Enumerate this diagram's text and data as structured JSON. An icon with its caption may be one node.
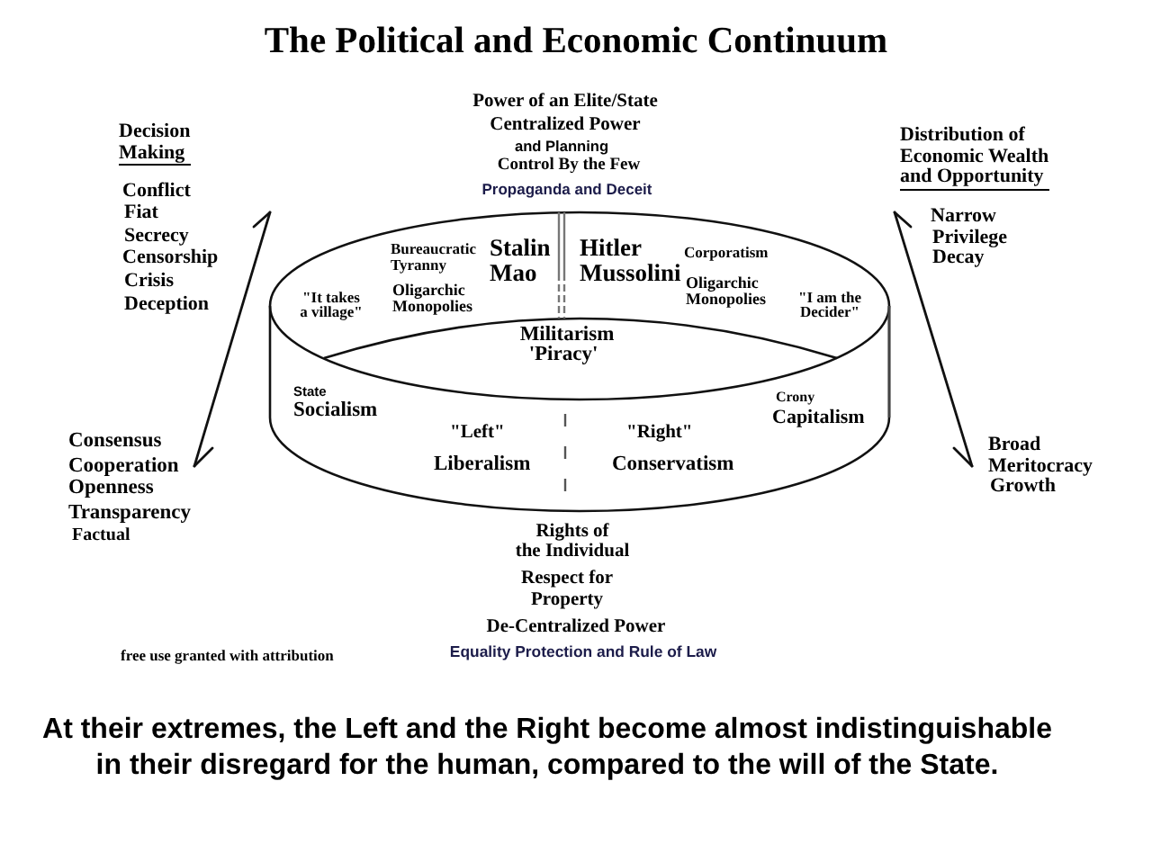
{
  "diagram": {
    "title": "The Political and Economic Continuum",
    "caption": "At their extremes, the Left and the Right become almost indistinguishable in their disregard for the human, compared to the will of the State.",
    "nodes": [
      {
        "text": [
          "Bureaucratic Tyranny",
          "Stalin",
          "Hitler",
          "Corporatism",
          "Mao",
          "Mussolini",
          "\"It takes a village\"",
          "Oligarchic Monopolies",
          "Oligarchic Monopolies",
          "\"I am the Decider\"",
          "Militarism",
          "'Piracy'",
          "State",
          "Socialism",
          "Crony",
          "Capitalism",
          "\"Left\"",
          "\"Right\"",
          "Liberalism",
          "Conservatism"
        ]
      }
    ],
    "labels": [
      "Power of an Elite/State",
      "Centralized Power",
      "and Planning",
      "Control By the Few",
      "Propaganda and Deceit",
      "Decision Making",
      "Distribution of Economic Wealth and Opportunity",
      "Conflict",
      "Fiat",
      "Secrecy",
      "Censorship",
      "Crisis",
      "Deception",
      "Narrow",
      "Privilege",
      "Decay",
      "Consensus",
      "Cooperation",
      "Openness",
      "Transparency",
      "Factual",
      "Broad",
      "Meritocracy",
      "Growth",
      "Rights of the Individual",
      "Respect for Property",
      "De-Centralized Power",
      "Equality Protection and Rule of Law",
      "free use granted with attribution"
    ]
  }
}
